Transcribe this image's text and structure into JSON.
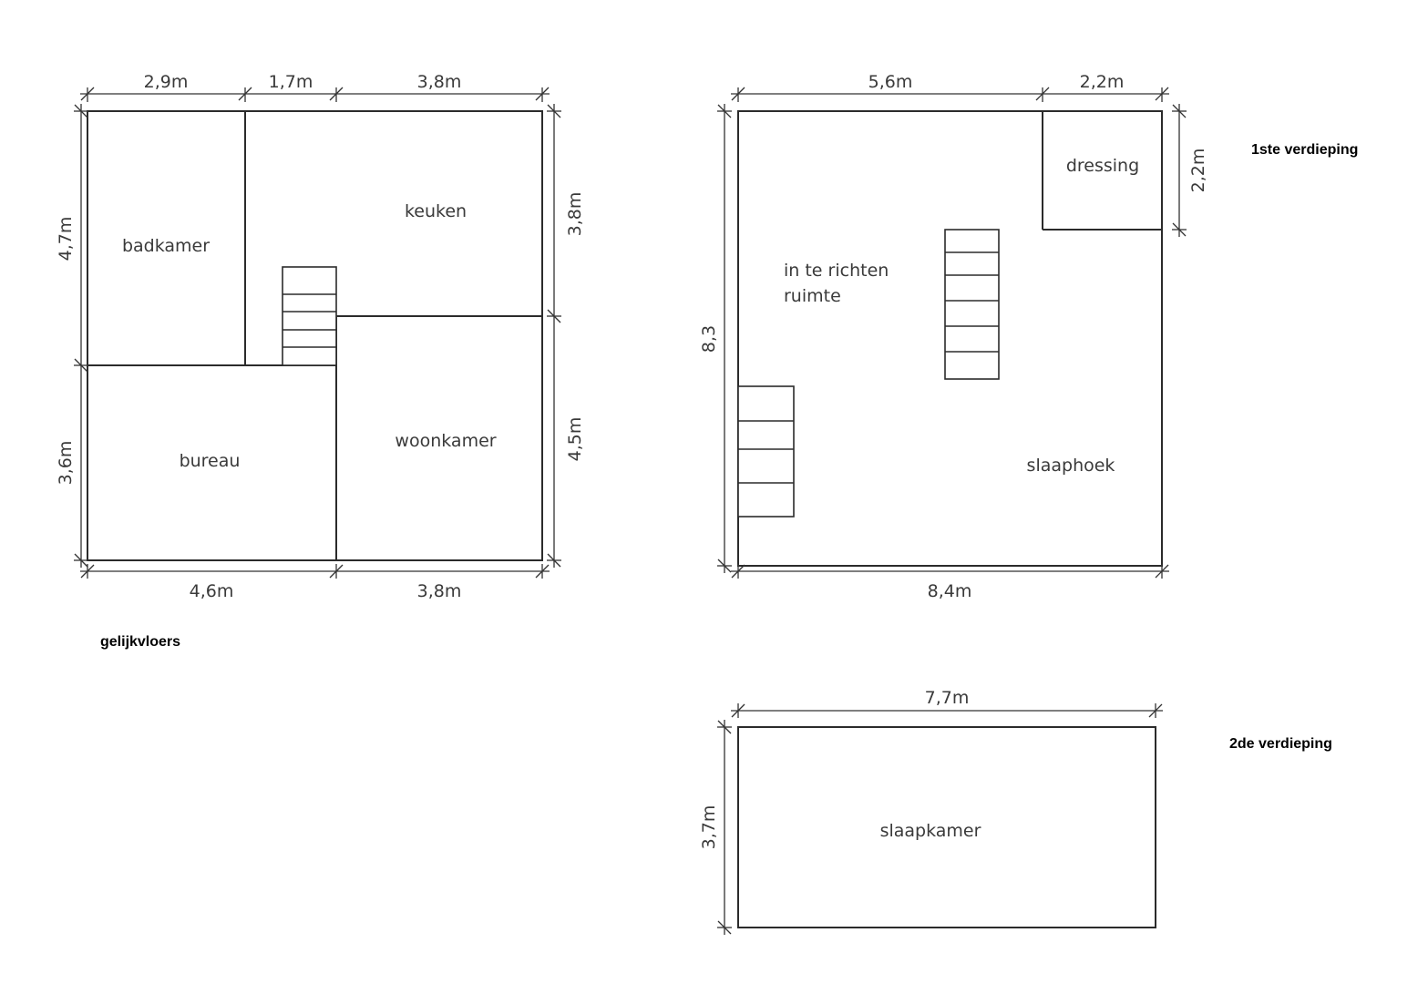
{
  "floors": {
    "ground": {
      "title": "gelijkvloers",
      "rooms": {
        "badkamer": "badkamer",
        "keuken": "keuken",
        "bureau": "bureau",
        "woonkamer": "woonkamer"
      },
      "dims": {
        "top_1": "2,9m",
        "top_2": "1,7m",
        "top_3": "3,8m",
        "bottom_1": "4,6m",
        "bottom_2": "3,8m",
        "left_1": "4,7m",
        "left_2": "3,6m",
        "right_1": "3,8m",
        "right_2": "4,5m"
      }
    },
    "first": {
      "title": "1ste verdieping",
      "rooms": {
        "dressing": "dressing",
        "ruimte_line1": "in te richten",
        "ruimte_line2": "ruimte",
        "slaaphoek": "slaaphoek"
      },
      "dims": {
        "top_1": "5,6m",
        "top_2": "2,2m",
        "bottom": "8,4m",
        "left": "8,3",
        "right": "2,2m"
      }
    },
    "second": {
      "title": "2de verdieping",
      "rooms": {
        "slaapkamer": "slaapkamer"
      },
      "dims": {
        "top": "7,7m",
        "left": "3,7m"
      }
    }
  }
}
